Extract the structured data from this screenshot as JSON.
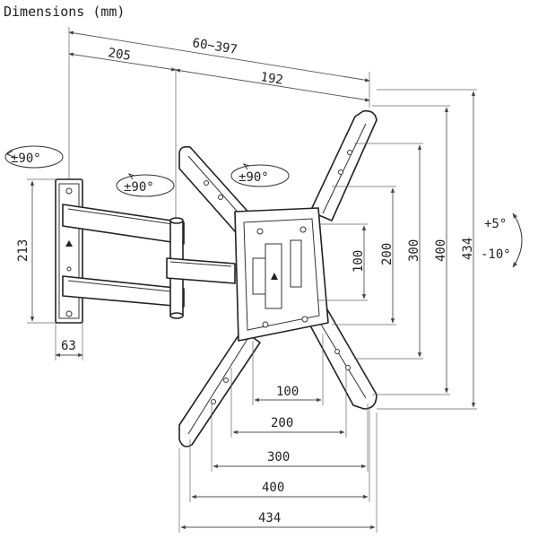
{
  "title": "Dimensions (mm)",
  "dims": {
    "arm_extension": "60~397",
    "offset_205": "205",
    "offset_192": "192",
    "plate_height": "213",
    "plate_depth": "63",
    "h100": "100",
    "h200": "200",
    "h300": "300",
    "h400": "400",
    "h434": "434",
    "v100": "100",
    "v200": "200",
    "v300": "300",
    "v400": "400",
    "v434": "434"
  },
  "rotations": {
    "wall": "±90°",
    "arm": "±90°",
    "head": "±90°"
  },
  "tilt": {
    "up": "+5°",
    "down": "-10°"
  }
}
